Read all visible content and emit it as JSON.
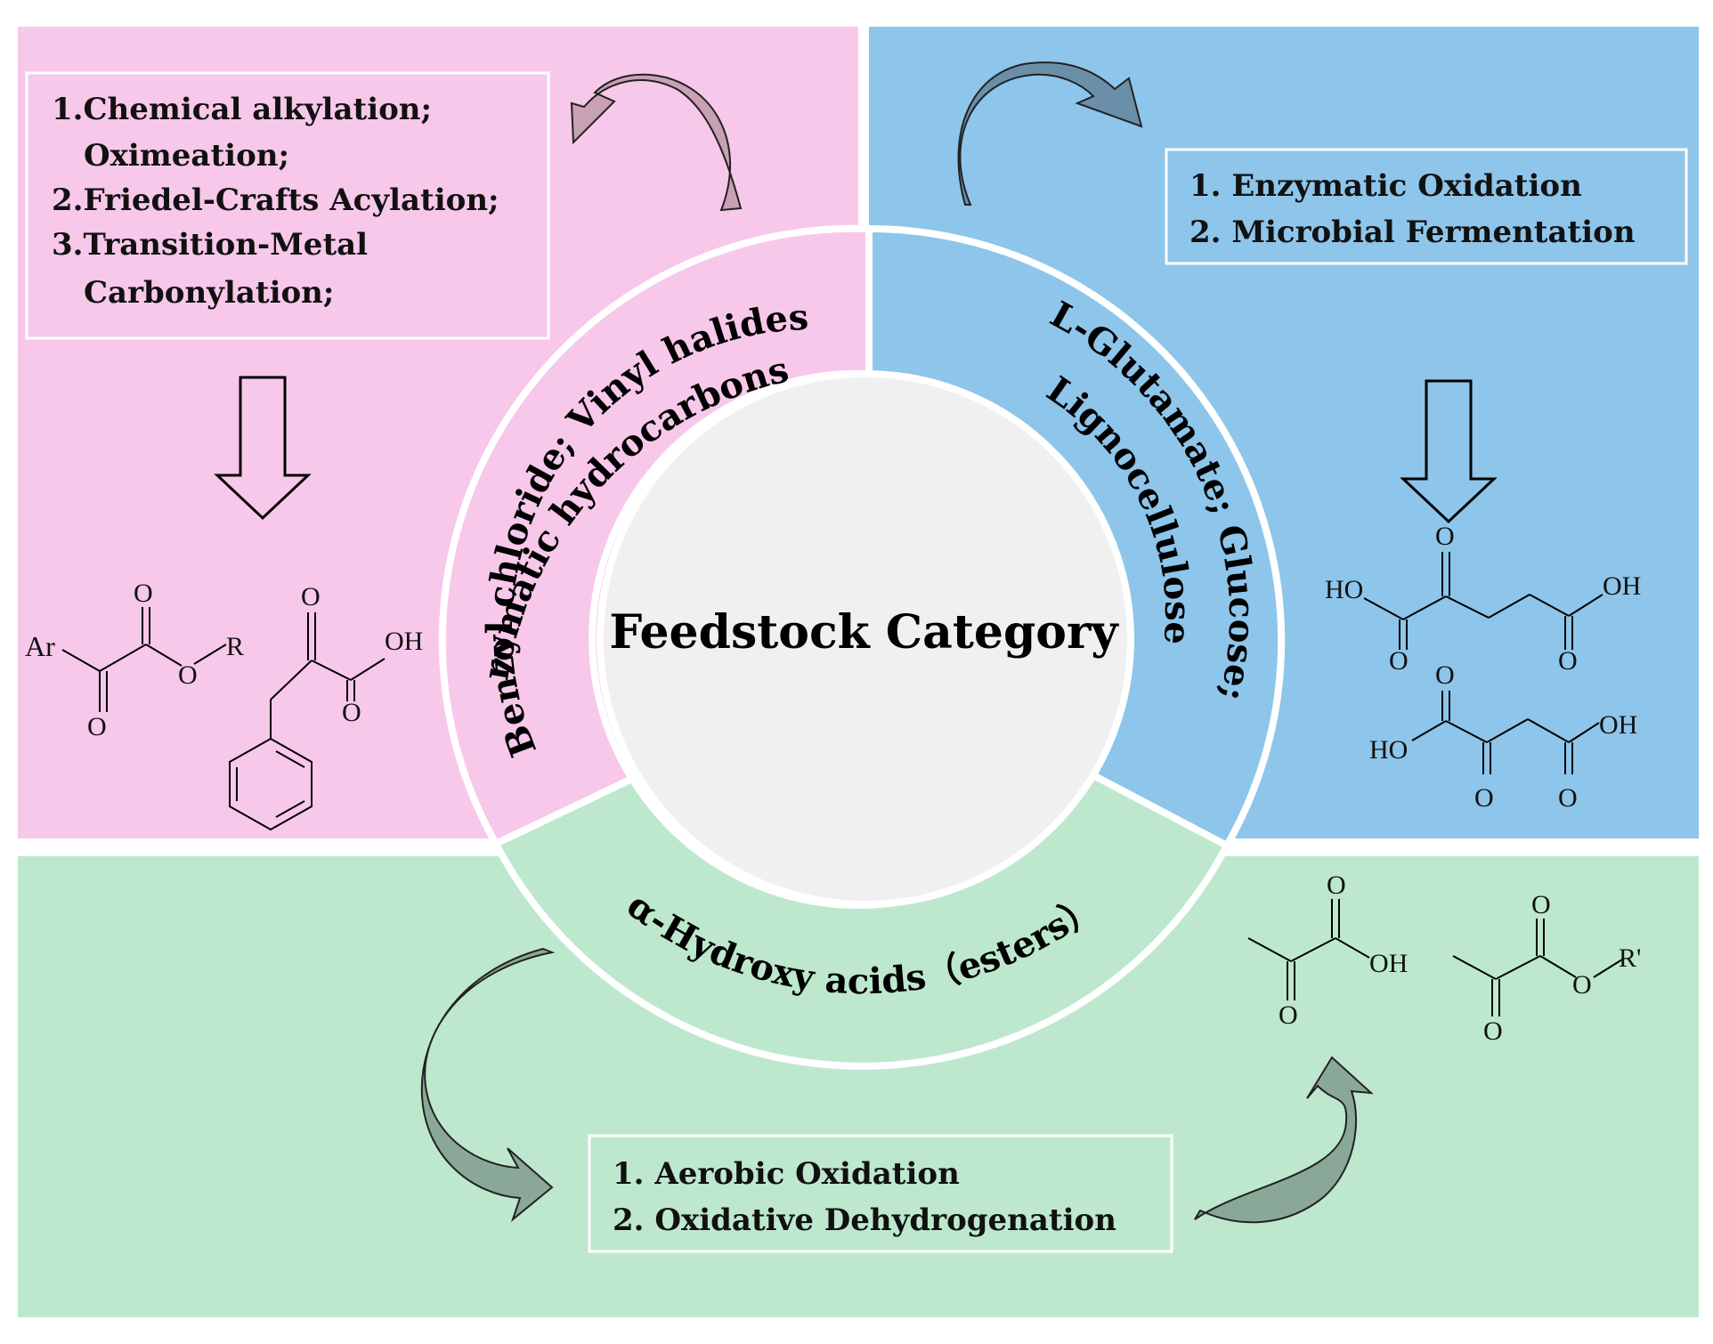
{
  "center_label": "Feedstock Category",
  "ring_labels": {
    "pink_outer": "Aromatic hydrocarbons;",
    "pink_inner": "Benzyl chloride; Vinyl halides",
    "blue_outer": "L-Glutamate; Glucose;",
    "blue_inner": "Lignocellulose",
    "green": "α-Hydroxy acids（esters）"
  },
  "pink_methods": [
    "1.Chemical alkylation;",
    "Oximeation;",
    "2.Friedel-Crafts Acylation;",
    "3.Transition-Metal",
    "Carbonylation;"
  ],
  "blue_methods": [
    "1. Enzymatic Oxidation",
    "2. Microbial Fermentation"
  ],
  "green_methods": [
    "1. Aerobic Oxidation",
    "2. Oxidative Dehydrogenation"
  ],
  "atom_labels": {
    "ar": "Ar",
    "r": "R",
    "o": "O",
    "oh": "OH",
    "ho": "HO",
    "r_prime": "R'"
  },
  "colors": {
    "pink": "#f7c8ea",
    "blue": "#8ec5ea",
    "green": "#bde8cd",
    "center": "#f0f0f0",
    "arrow_pink": "#c9a0b4",
    "arrow_blue": "#6a8fa8",
    "arrow_green": "#8aa898"
  }
}
